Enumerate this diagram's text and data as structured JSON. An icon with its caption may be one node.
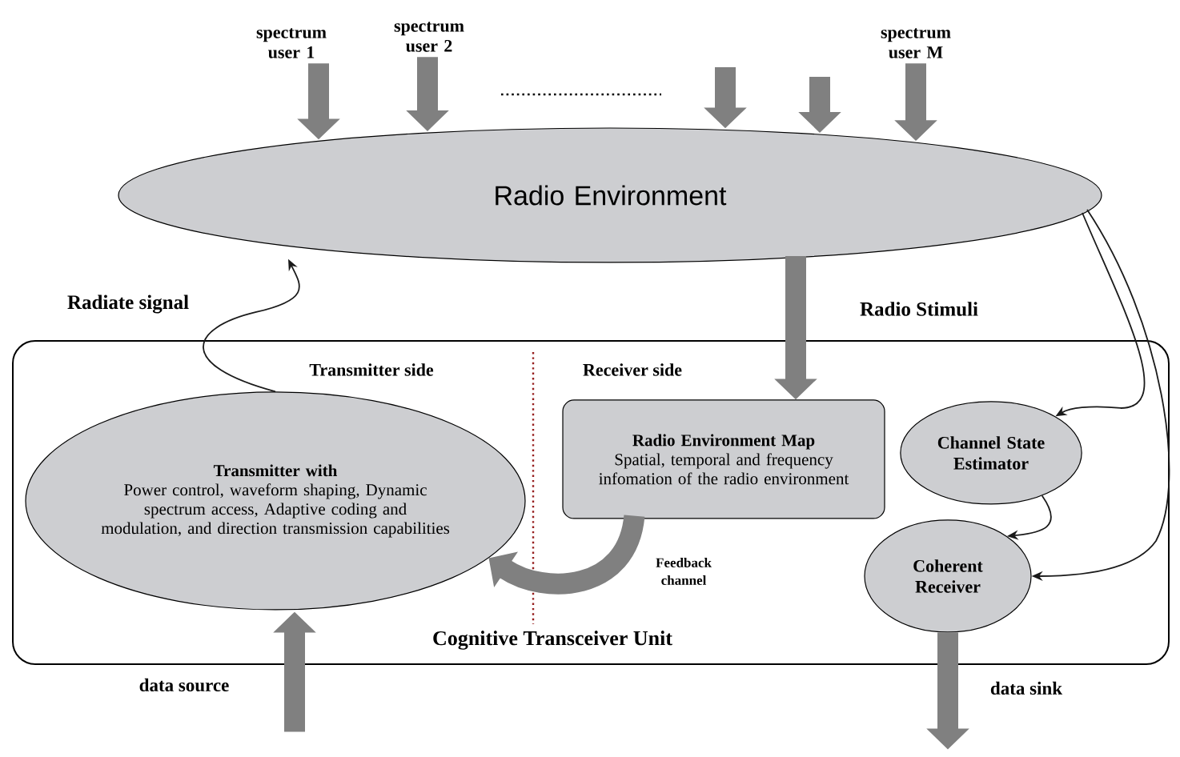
{
  "diagram": {
    "nodes": [
      {
        "text": [
          "Radio Environment"
        ]
      },
      {
        "text": [
          "spectrum user 1"
        ]
      },
      {
        "text": [
          "spectrum user 2"
        ]
      },
      {
        "text": [
          "spectrum user M"
        ]
      },
      {
        "text": [
          "Cognitive Transceiver Unit"
        ]
      },
      {
        "text": [
          "Transmitter with",
          "Power control, waveform shaping, Dynamic spectrum access, Adaptive coding and modulation, and direction transmission capabilities"
        ],
        "in": 4
      },
      {
        "text": [
          "Radio Environment Map",
          "Spatial, temporal and frequency infomation of the radio environment"
        ],
        "in": 4
      },
      {
        "text": [
          "Channel State Estimator"
        ],
        "in": 4
      },
      {
        "text": [
          "Coherent Receiver"
        ],
        "in": 4
      }
    ],
    "edges": [
      {
        "from": 1,
        "to": 0,
        "arrow": "to",
        "color": "#808080"
      },
      {
        "from": 2,
        "to": 0,
        "arrow": "to",
        "color": "#808080"
      },
      {
        "from": null,
        "to": 0,
        "arrow": "to",
        "color": "#808080"
      },
      {
        "from": null,
        "to": 0,
        "arrow": "to",
        "color": "#808080"
      },
      {
        "from": 3,
        "to": 0,
        "arrow": "to",
        "color": "#808080"
      },
      {
        "from": 5,
        "to": 0,
        "arrow": "to",
        "label": "Radiate signal",
        "color": "#1a1a1a"
      },
      {
        "from": 0,
        "to": 6,
        "arrow": "to",
        "label": "Radio Stimuli",
        "color": "#808080"
      },
      {
        "from": 0,
        "to": 7,
        "arrow": "to",
        "color": "#1a1a1a"
      },
      {
        "from": 0,
        "to": 8,
        "arrow": "to",
        "color": "#1a1a1a"
      },
      {
        "from": 7,
        "to": 8,
        "arrow": "to",
        "color": "#1a1a1a"
      },
      {
        "from": 6,
        "to": 5,
        "arrow": "to",
        "label": "Feedback channel",
        "color": "#808080"
      },
      {
        "from": null,
        "to": 5,
        "arrow": "to",
        "label": "data source",
        "color": "#808080"
      },
      {
        "from": 8,
        "to": null,
        "arrow": "to",
        "label": "data sink",
        "color": "#808080"
      }
    ],
    "labels": [
      "Transmitter side",
      "Receiver side"
    ]
  }
}
